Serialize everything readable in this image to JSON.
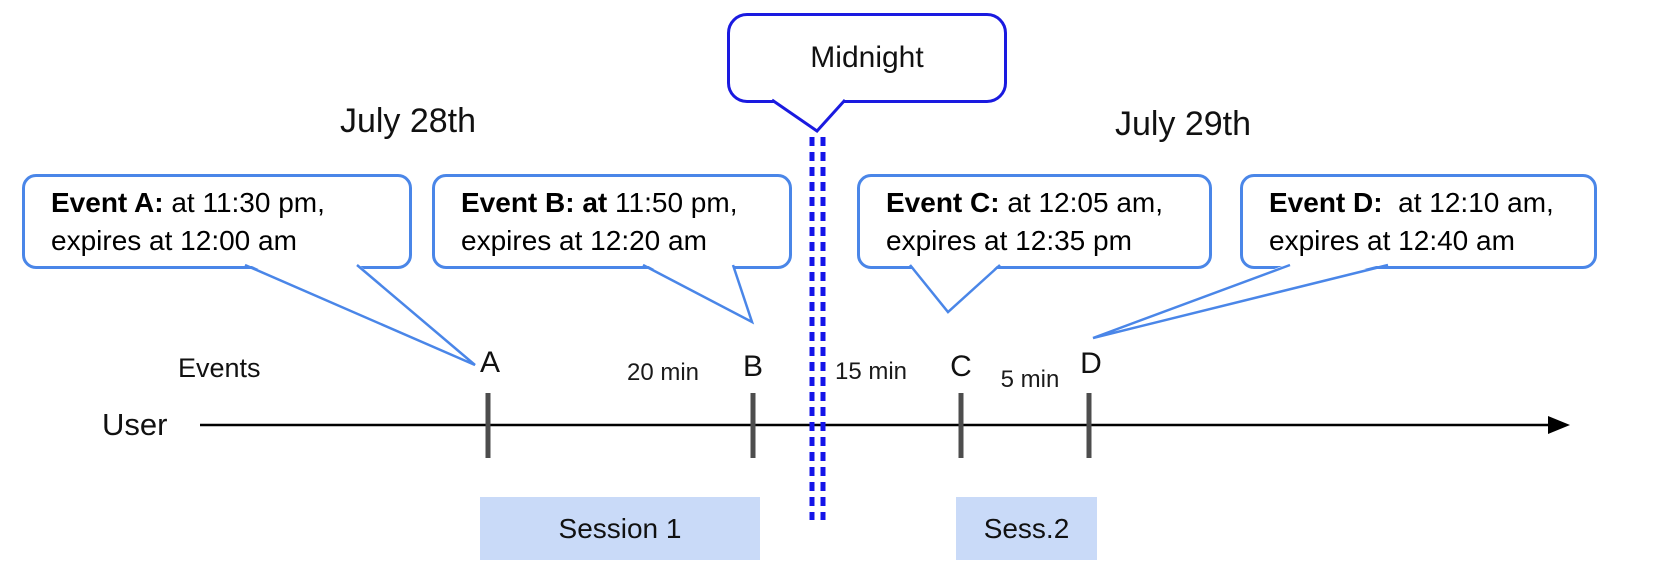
{
  "diagram": {
    "dates": {
      "left": "July 28th",
      "right": "July 29th"
    },
    "midnight_label": "Midnight",
    "events_axis_label": "Events",
    "user_label": "User",
    "callouts": [
      {
        "id": "A",
        "line1_bold": "Event A:",
        "line1_rest": " at 11:30 pm,",
        "line2": "expires at 12:00 am"
      },
      {
        "id": "B",
        "line1_bold": "Event B: at",
        "line1_rest": " 11:50 pm,",
        "line2": "expires at 12:20 am"
      },
      {
        "id": "C",
        "line1_bold": "Event C:",
        "line1_rest": " at 12:05 am,",
        "line2": "expires at 12:35 pm"
      },
      {
        "id": "D",
        "line1_bold": "Event D:",
        "line1_rest": "  at 12:10 am,",
        "line2": "expires at 12:40 am"
      }
    ],
    "ticks": [
      "A",
      "B",
      "C",
      "D"
    ],
    "intervals": [
      {
        "label": "20 min"
      },
      {
        "label": "15 min"
      },
      {
        "label": "5 min"
      }
    ],
    "sessions": [
      {
        "label": "Session 1"
      },
      {
        "label": "Sess.2"
      }
    ],
    "colors": {
      "callout_border": "#4a86e8",
      "midnight_border": "#1a1ae0",
      "midnight_dashed_line": "#1414e8",
      "session_fill": "#c9daf8",
      "tick_mark": "#4d4d4d",
      "timeline": "#000000"
    }
  }
}
